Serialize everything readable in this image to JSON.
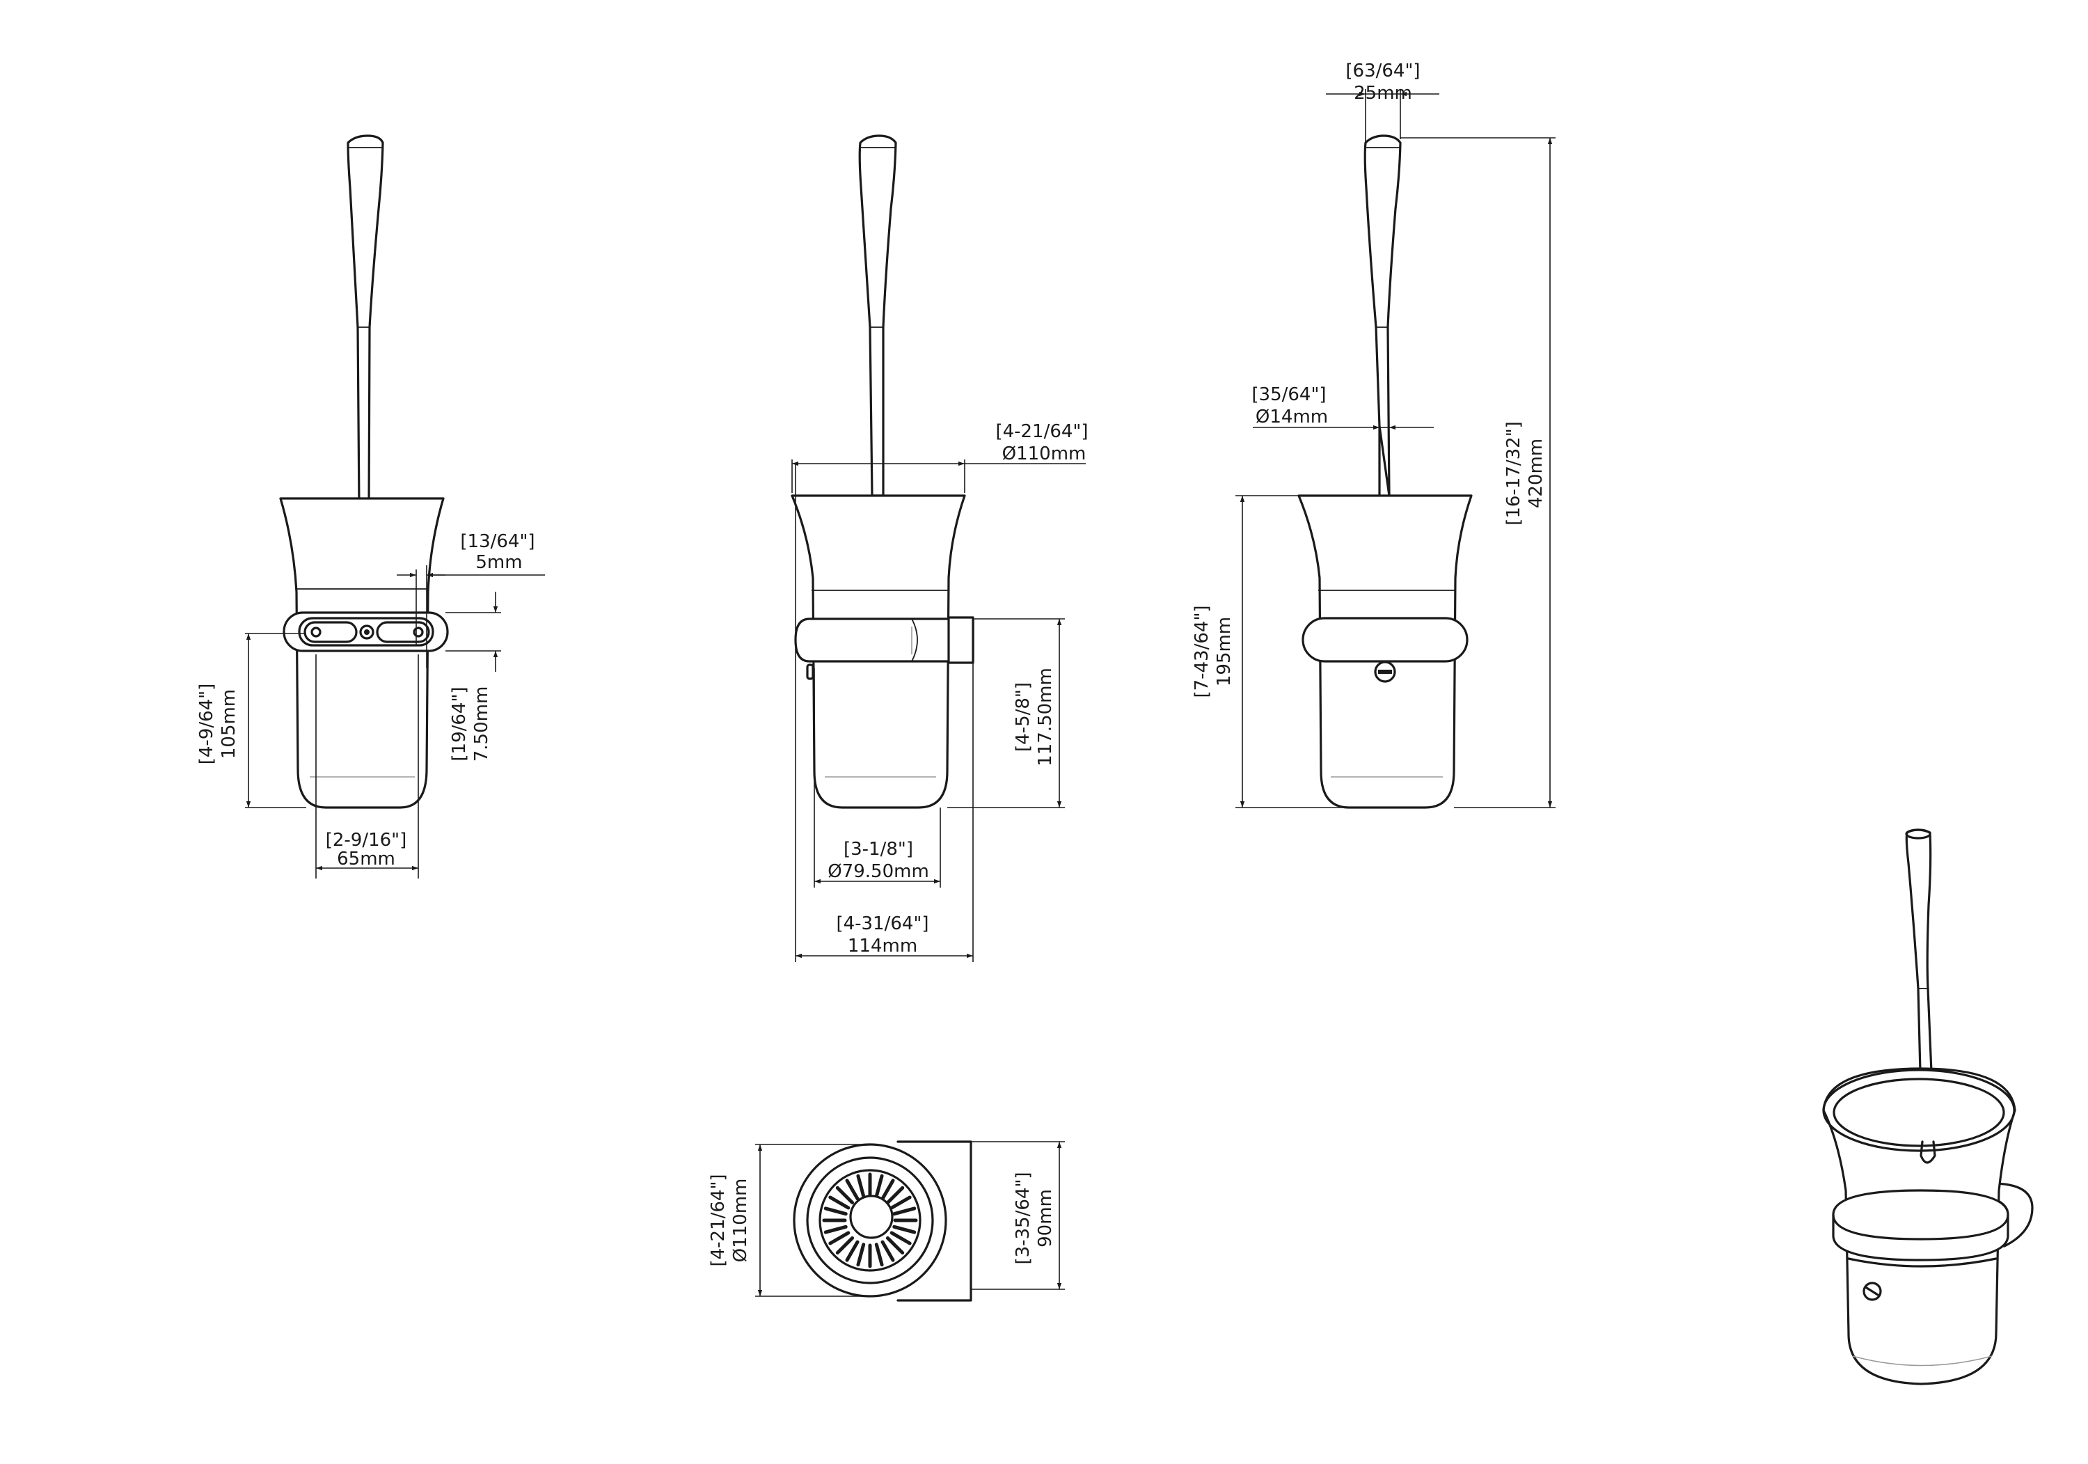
{
  "dimensions": {
    "rim_gap": {
      "imperial": "[13/64\"]",
      "metric": "5mm"
    },
    "bracket_height": {
      "imperial": "[19/64\"]",
      "metric": "7.50mm"
    },
    "holder_height_side": {
      "imperial": "[4-9/64\"]",
      "metric": "105mm"
    },
    "bracket_width": {
      "imperial": "[2-9/16\"]",
      "metric": "65mm"
    },
    "cup_diameter": {
      "imperial": "[4-21/64\"]",
      "metric": "Ø110mm"
    },
    "holder_height_front": {
      "imperial": "[4-5/8\"]",
      "metric": "117.50mm"
    },
    "base_diameter": {
      "imperial": "[3-1/8\"]",
      "metric": "Ø79.50mm"
    },
    "overall_depth": {
      "imperial": "[4-31/64\"]",
      "metric": "114mm"
    },
    "handle_top_width": {
      "imperial": "[63/64\"]",
      "metric": "25mm"
    },
    "handle_diameter": {
      "imperial": "[35/64\"]",
      "metric": "Ø14mm"
    },
    "holder_height_total": {
      "imperial": "[7-43/64\"]",
      "metric": "195mm"
    },
    "overall_height": {
      "imperial": "[16-17/32\"]",
      "metric": "420mm"
    },
    "top_diameter": {
      "imperial": "[4-21/64\"]",
      "metric": "Ø110mm"
    },
    "top_depth": {
      "imperial": "[3-35/64\"]",
      "metric": "90mm"
    }
  }
}
